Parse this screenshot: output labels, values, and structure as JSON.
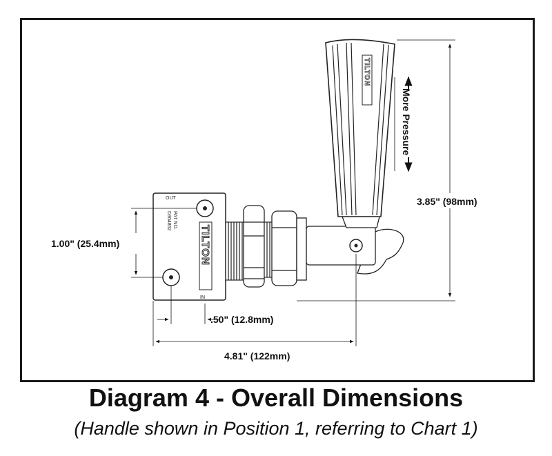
{
  "labels": {
    "more_pressure": "More Pressure",
    "height_dim": "3.85\" (98mm)",
    "hole_spacing_dim": "1.00\" (25.4mm)",
    "offset_dim": ".50\" (12.8mm)",
    "length_dim": "4.81\" (122mm)",
    "port_out": "OUT",
    "port_in": "IN",
    "patent_line1": "PAT NO.",
    "patent_line2": "D304852",
    "brand_plate": "TILTON",
    "brand_handle": "TILTON"
  },
  "caption": {
    "title": "Diagram 4 - Overall Dimensions",
    "subtitle": "(Handle shown in Position 1, referring to Chart 1)"
  }
}
